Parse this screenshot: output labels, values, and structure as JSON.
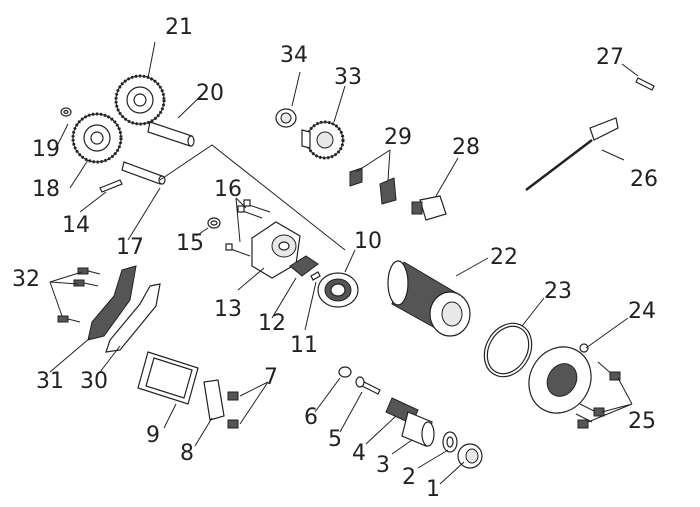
{
  "diagram": {
    "parts": [
      {
        "id": "p1",
        "callout": "1"
      },
      {
        "id": "p2",
        "callout": "2"
      },
      {
        "id": "p3",
        "callout": "3"
      },
      {
        "id": "p4",
        "callout": "4"
      },
      {
        "id": "p5",
        "callout": "5"
      },
      {
        "id": "p6",
        "callout": "6"
      },
      {
        "id": "p7",
        "callout": "7"
      },
      {
        "id": "p8",
        "callout": "8"
      },
      {
        "id": "p9",
        "callout": "9"
      },
      {
        "id": "p10",
        "callout": "10"
      },
      {
        "id": "p11",
        "callout": "11"
      },
      {
        "id": "p12",
        "callout": "12"
      },
      {
        "id": "p13",
        "callout": "13"
      },
      {
        "id": "p14",
        "callout": "14"
      },
      {
        "id": "p15",
        "callout": "15"
      },
      {
        "id": "p16",
        "callout": "16"
      },
      {
        "id": "p17",
        "callout": "17"
      },
      {
        "id": "p18",
        "callout": "18"
      },
      {
        "id": "p19",
        "callout": "19"
      },
      {
        "id": "p20",
        "callout": "20"
      },
      {
        "id": "p21",
        "callout": "21"
      },
      {
        "id": "p22",
        "callout": "22"
      },
      {
        "id": "p23",
        "callout": "23"
      },
      {
        "id": "p24",
        "callout": "24"
      },
      {
        "id": "p25",
        "callout": "25"
      },
      {
        "id": "p26",
        "callout": "26"
      },
      {
        "id": "p27",
        "callout": "27"
      },
      {
        "id": "p28",
        "callout": "28"
      },
      {
        "id": "p29",
        "callout": "29"
      },
      {
        "id": "p30",
        "callout": "30"
      },
      {
        "id": "p31",
        "callout": "31"
      },
      {
        "id": "p32",
        "callout": "32"
      },
      {
        "id": "p33",
        "callout": "33"
      },
      {
        "id": "p34",
        "callout": "34"
      }
    ]
  }
}
